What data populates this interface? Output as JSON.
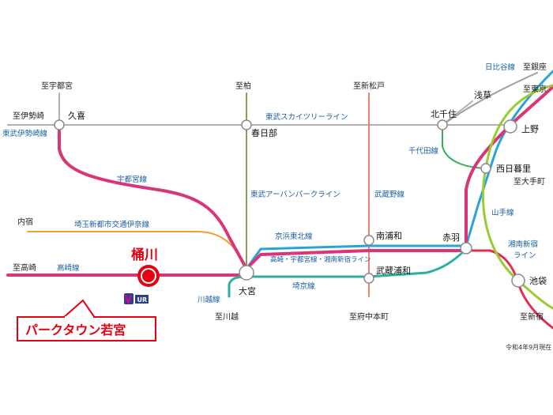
{
  "highlight": {
    "name": "桶川",
    "property": "パークタウン若宮",
    "logo_text": "UR"
  },
  "note": "令和4年9月現在",
  "stations": {
    "kuki": "久喜",
    "kasukabe": "春日部",
    "kitasenju": "北千住",
    "ueno": "上野",
    "nishinippori": "西日暮里",
    "omiya": "大宮",
    "minamiurawa": "南浦和",
    "musashiurawa": "武蔵浦和",
    "akabane": "赤羽",
    "ikebukuro": "池袋",
    "asakusa": "浅草"
  },
  "destinations": {
    "utsunomiya": "至宇都宮",
    "kashiwa": "至柏",
    "shinmatsudo": "至新松戸",
    "isesaki": "至伊勢崎",
    "ginza": "至銀座",
    "tokyo": "至東京",
    "otemachi": "至大手町",
    "takasaki": "至高崎",
    "kawagoe": "至川越",
    "fuchu": "至府中本町",
    "shinjuku": "至新宿",
    "naijuku": "内宿"
  },
  "lines": {
    "tobu_isesaki": "東武伊勢崎線",
    "tobu_skytree": "東武スカイツリーライン",
    "utsunomiya": "宇都宮線",
    "tobu_urban": "東武アーバンパークライン",
    "musashino": "武蔵野線",
    "hibiya": "日比谷線",
    "chiyoda": "千代田線",
    "saitama_shintoshi": "埼玉新都市交通伊奈線",
    "keihin_tohoku": "京浜東北線",
    "yamanote": "山手線",
    "takasaki": "高崎線",
    "takasaki_utsunomiya_shonan": "高崎・宇都宮線・湘南新宿ライン",
    "shonan_line": "湘南新宿",
    "shonan_line2": "ライン",
    "saikyo": "埼京線",
    "kawagoe": "川越線"
  },
  "colors": {
    "takasaki": "#d9367a",
    "keihin": "#2aa3d8",
    "saikyo": "#2ab0a0",
    "musashino": "#ef8070",
    "tobu_isesaki": "#a8a8a8",
    "tobu_urban": "#8a9a5b",
    "saitama": "#f0a030",
    "chiyoda": "#2eb35a",
    "yamanote": "#99cc33",
    "hibiya": "#9aa0a8",
    "highlight": "#e60012"
  }
}
